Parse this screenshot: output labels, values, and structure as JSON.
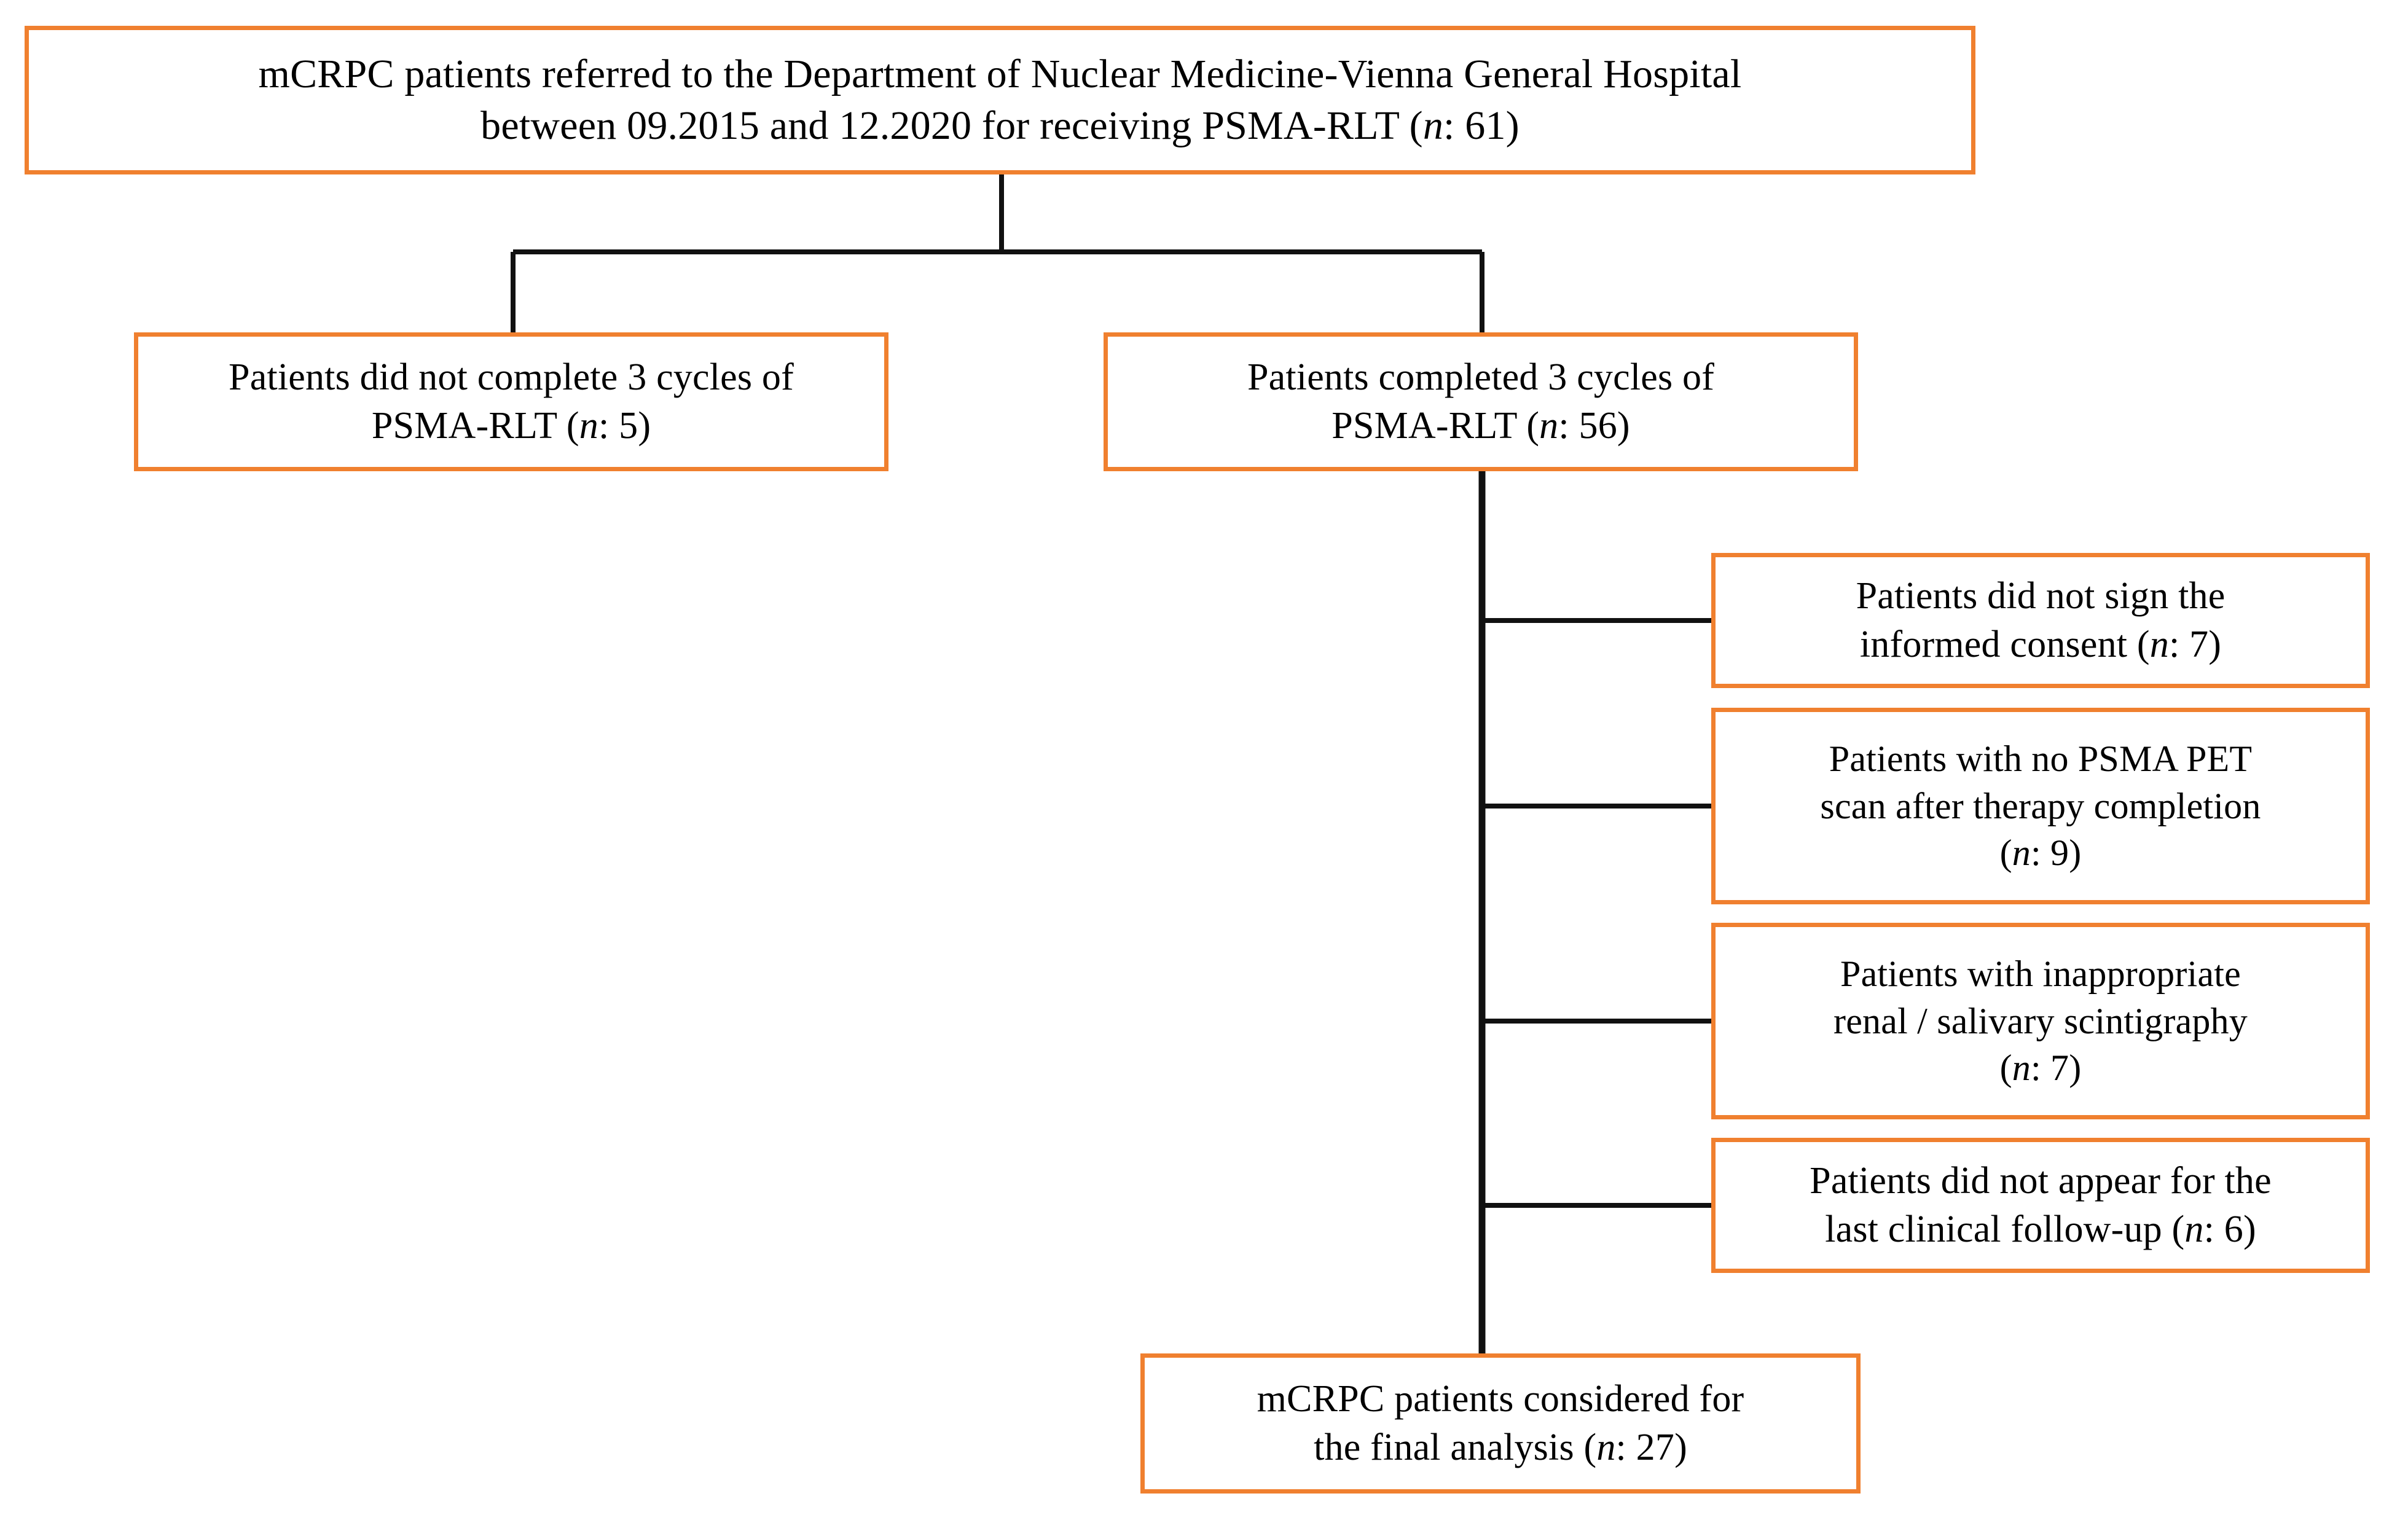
{
  "figure": {
    "type": "flowchart",
    "orientation": "top-down",
    "accent_color": "#F0802F",
    "line_color": "#000000",
    "background_color": "#FFFFFF"
  },
  "nodes": {
    "referred": {
      "id": "referred",
      "line1": "mCRPC patients referred to the Department of Nuclear Medicine-Vienna General Hospital",
      "line2_prefix": "between 09.2015 and 12.2020 for receiving PSMA-RLT (",
      "n_symbol": "n",
      "line2_suffix": ": 61)",
      "n_value": 61,
      "text": "mCRPC patients referred to the Department of Nuclear Medicine-Vienna General Hospital\nbetween 09.2015 and 12.2020 for receiving PSMA-RLT (n: 61)"
    },
    "not_completed": {
      "id": "not_completed",
      "line1": "Patients did not complete 3 cycles of",
      "line2_prefix": "PSMA-RLT (",
      "n_symbol": "n",
      "line2_suffix": ": 5)",
      "n_value": 5,
      "text": "Patients did not complete 3 cycles of\nPSMA-RLT (n: 5)"
    },
    "completed": {
      "id": "completed",
      "line1": "Patients completed 3 cycles of",
      "line2_prefix": "PSMA-RLT (",
      "n_symbol": "n",
      "line2_suffix": ": 56)",
      "n_value": 56,
      "text": "Patients completed 3 cycles of\nPSMA-RLT (n: 56)"
    },
    "no_consent": {
      "id": "no_consent",
      "line1": "Patients did not sign the",
      "line2_prefix": "informed consent (",
      "n_symbol": "n",
      "line2_suffix": ": 7)",
      "n_value": 7,
      "text": "Patients did not sign the\ninformed consent (n: 7)"
    },
    "no_pet": {
      "id": "no_pet",
      "line1": "Patients with no PSMA PET",
      "line2": "scan after therapy completion",
      "line3_prefix": "(",
      "n_symbol": "n",
      "line3_suffix": ": 9)",
      "n_value": 9,
      "text": "Patients with no PSMA PET\nscan after therapy completion\n(n: 9)"
    },
    "scintigraphy": {
      "id": "scintigraphy",
      "line1": "Patients with inappropriate",
      "line2": "renal / salivary scintigraphy",
      "line3_prefix": "(",
      "n_symbol": "n",
      "line3_suffix": ": 7)",
      "n_value": 7,
      "text": "Patients with inappropriate\nrenal / salivary scintigraphy\n(n: 7)"
    },
    "no_followup": {
      "id": "no_followup",
      "line1": "Patients did not appear for the",
      "line2_prefix": "last clinical follow-up (",
      "n_symbol": "n",
      "line2_suffix": ": 6)",
      "n_value": 6,
      "text": "Patients did not appear for the\nlast clinical follow-up (n: 6)"
    },
    "final": {
      "id": "final",
      "line1": "mCRPC patients considered for",
      "line2_prefix": "the final analysis (",
      "n_symbol": "n",
      "line2_suffix": ": 27)",
      "n_value": 27,
      "text": "mCRPC patients considered for\nthe final analysis (n: 27)"
    }
  },
  "edges": [
    {
      "from": "referred",
      "to": "not_completed"
    },
    {
      "from": "referred",
      "to": "completed"
    },
    {
      "from": "completed",
      "to": "no_consent"
    },
    {
      "from": "completed",
      "to": "no_pet"
    },
    {
      "from": "completed",
      "to": "scintigraphy"
    },
    {
      "from": "completed",
      "to": "no_followup"
    },
    {
      "from": "completed",
      "to": "final"
    }
  ]
}
